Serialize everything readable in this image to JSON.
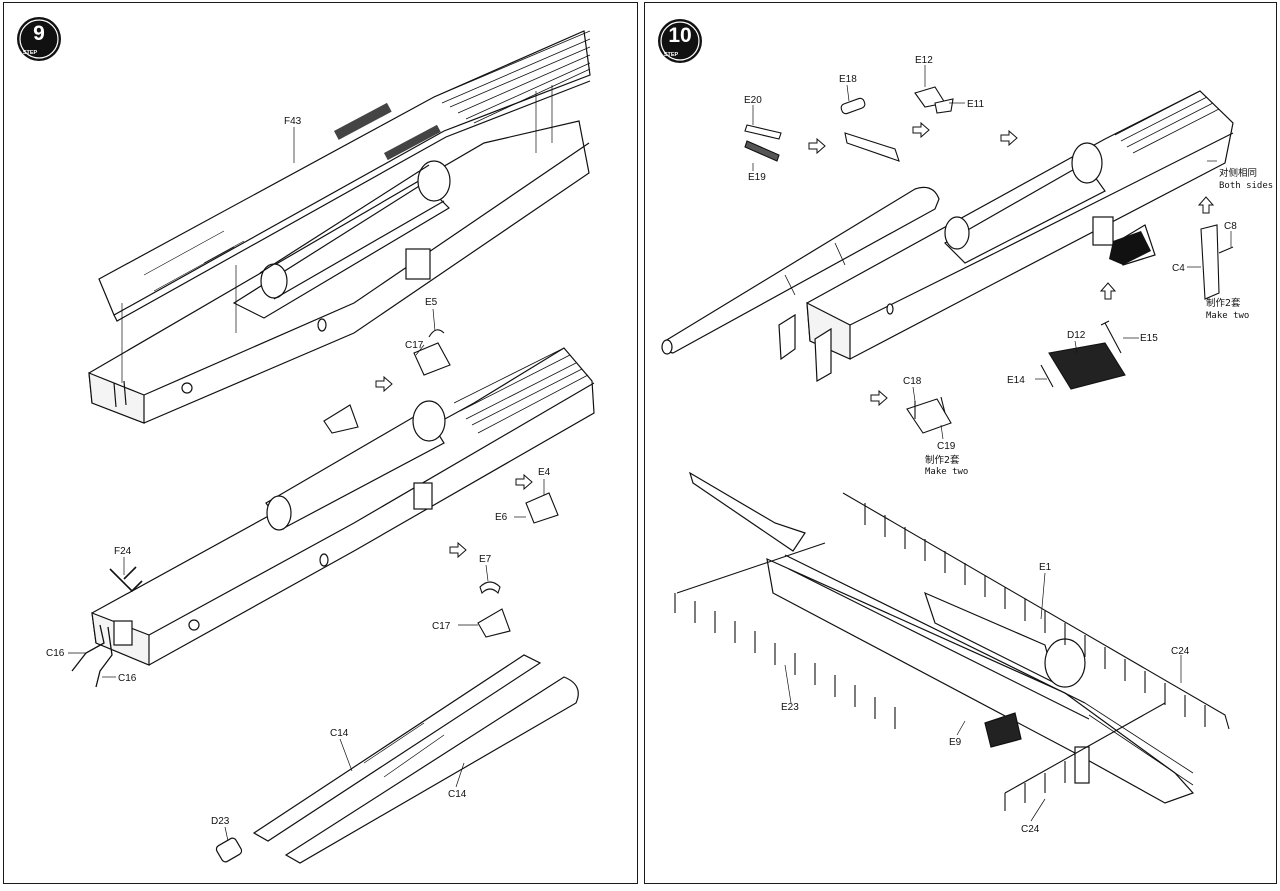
{
  "step9": {
    "badge": {
      "number": "9",
      "word": "STEP"
    },
    "labels": {
      "F43": "F43",
      "E5": "E5",
      "C17_top": "C17",
      "E4": "E4",
      "E6": "E6",
      "F24": "F24",
      "E7": "E7",
      "C17_bottom": "C17",
      "C16_a": "C16",
      "C16_b": "C16",
      "C14_a": "C14",
      "C14_b": "C14",
      "D23": "D23"
    }
  },
  "step10": {
    "badge": {
      "number": "10",
      "word": "STEP"
    },
    "labels": {
      "E20": "E20",
      "E19": "E19",
      "E18": "E18",
      "E12": "E12",
      "E11": "E11",
      "C8": "C8",
      "C4": "C4",
      "D12": "D12",
      "E15": "E15",
      "E14": "E14",
      "C18": "C18",
      "C19": "C19",
      "E1": "E1",
      "C24_a": "C24",
      "C24_b": "C24",
      "E23": "E23",
      "E9": "E9"
    },
    "notes": {
      "both_sides_cn": "对侧相同",
      "both_sides_en": "Both sides",
      "make_two_a_cn": "制作2套",
      "make_two_a_en": "Make two",
      "make_two_b_cn": "制作2套",
      "make_two_b_en": "Make two"
    }
  }
}
